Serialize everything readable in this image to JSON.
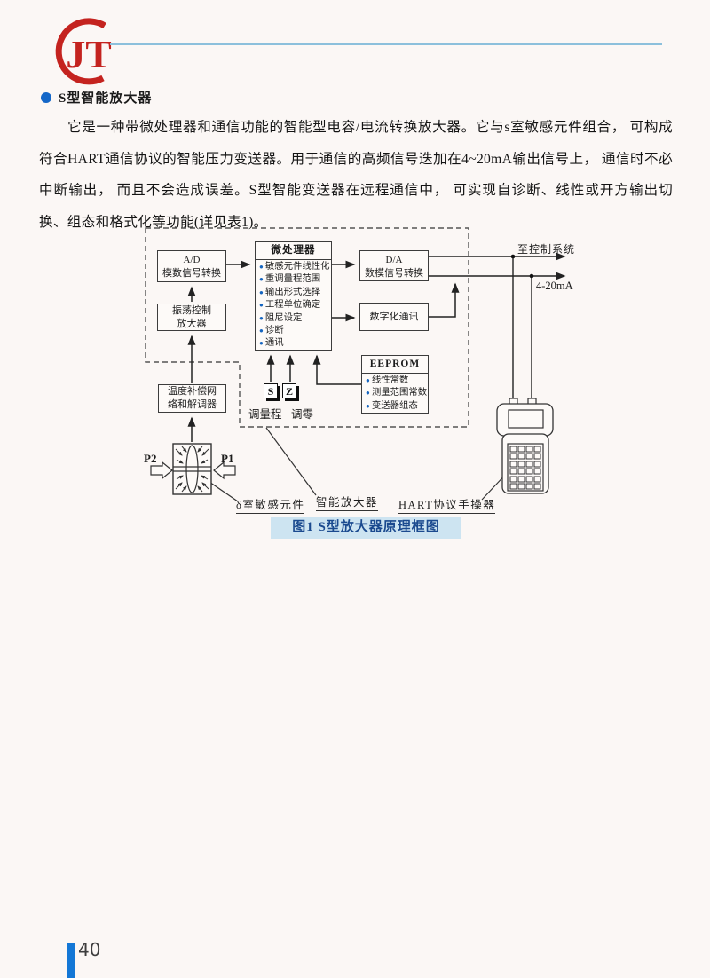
{
  "page": {
    "logo_text": "JT",
    "page_number": "40",
    "accent_red": "#c4231f",
    "accent_blue": "#1467c8",
    "header_rule_color": "#8cc0dc"
  },
  "section": {
    "heading": "S型智能放大器",
    "paragraph": "它是一种带微处理器和通信功能的智能型电容/电流转换放大器。它与s室敏感元件组合， 可构成符合HART通信协议的智能压力变送器。用于通信的高频信号迭加在4~20mA输出信号上， 通信时不必中断输出， 而且不会造成误差。S型智能变送器在远程通信中， 可实现自诊断、线性或开方输出切换、组态和格式化等功能(详见表1)。"
  },
  "diagram": {
    "caption": "图1 S型放大器原理框图",
    "caption_bg": "#cde4f1",
    "caption_color": "#1b4a8f",
    "bullet_color": "#1565c0",
    "boxes": {
      "ad": {
        "line1": "A/D",
        "line2": "模数信号转换"
      },
      "osc": {
        "line1": "振荡控制",
        "line2": "放大器"
      },
      "micro": {
        "title": "微处理器",
        "items": [
          "敏感元件线性化",
          "重调量程范围",
          "输出形式选择",
          "工程单位确定",
          "阻尼设定",
          "诊断",
          "通讯"
        ]
      },
      "da": {
        "line1": "D/A",
        "line2": "数模信号转换"
      },
      "digital": {
        "label": "数字化通讯"
      },
      "eeprom": {
        "title": "EEPROM",
        "items": [
          "线性常数",
          "测量范围常数",
          "变送器组态"
        ]
      },
      "temp": {
        "line1": "温度补偿网",
        "line2": "络和解调器"
      }
    },
    "buttons": {
      "s": "S",
      "z": "Z",
      "s_label": "调量程",
      "z_label": "调零"
    },
    "labels": {
      "to_control": "至控制系统",
      "current": "4-20mA",
      "p1": "P1",
      "p2": "P2",
      "sensor": "δ室敏感元件",
      "amplifier": "智能放大器",
      "hart": "HART协议手操器"
    }
  }
}
